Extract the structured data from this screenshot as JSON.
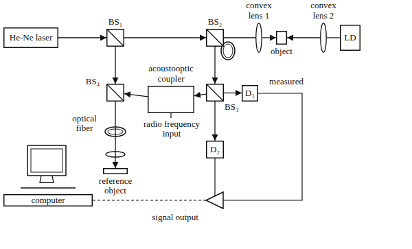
{
  "diagram": {
    "nodes": [
      {
        "text": [
          "He-Ne laser"
        ]
      },
      {
        "text": [
          "BS₁"
        ]
      },
      {
        "text": [
          "BS₂"
        ]
      },
      {
        "text": [
          "convex lens 1"
        ]
      },
      {
        "text": [
          "object"
        ]
      },
      {
        "text": [
          "convex lens 2"
        ]
      },
      {
        "text": [
          "LD"
        ]
      },
      {
        "text": [
          "BS₄"
        ]
      },
      {
        "text": [
          "acoustooptic coupler"
        ]
      },
      {
        "text": [
          "BS₃"
        ]
      },
      {
        "text": [
          "D₁"
        ]
      },
      {
        "text": [
          "D₂"
        ]
      },
      {
        "text": [
          "computer"
        ]
      },
      {
        "text": [
          "reference object"
        ]
      }
    ],
    "edges": [
      {
        "from": 0,
        "to": 1,
        "arrow": "to"
      },
      {
        "from": 1,
        "to": 2,
        "arrow": "to"
      },
      {
        "from": 2,
        "to": 3,
        "arrow": "none"
      },
      {
        "from": 3,
        "to": 4,
        "arrow": "to"
      },
      {
        "from": 6,
        "to": 5,
        "arrow": "none"
      },
      {
        "from": 5,
        "to": 4,
        "arrow": "to"
      },
      {
        "from": 1,
        "to": 7,
        "arrow": "to"
      },
      {
        "from": 2,
        "to": 9,
        "arrow": "to"
      },
      {
        "from": 8,
        "to": 7,
        "arrow": "to"
      },
      {
        "from": 9,
        "to": 8,
        "arrow": "to"
      },
      {
        "from": 9,
        "to": 10,
        "arrow": "to"
      },
      {
        "from": 9,
        "to": 11,
        "arrow": "to"
      },
      {
        "from": 7,
        "to": 13,
        "arrow": "to"
      }
    ],
    "labels": [
      "measured",
      "radio frequency input",
      "optical fiber",
      "signal output"
    ]
  }
}
